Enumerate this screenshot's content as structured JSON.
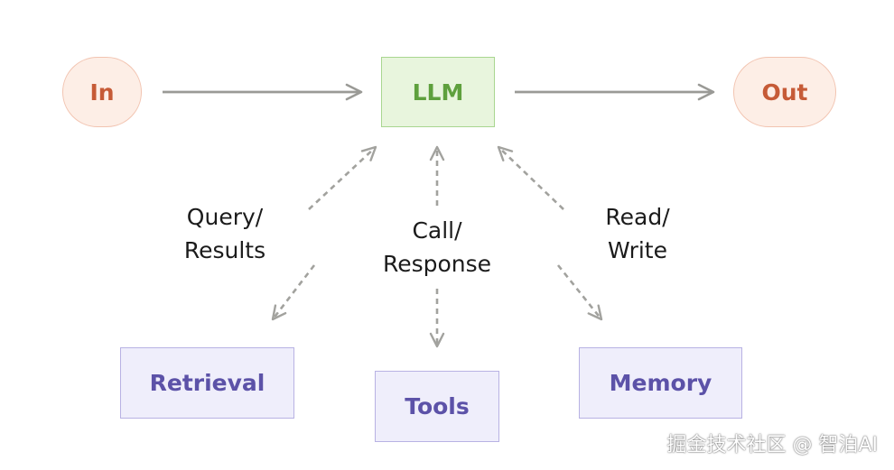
{
  "nodes": {
    "input": "In",
    "llm": "LLM",
    "output": "Out",
    "retrieval": "Retrieval",
    "tools": "Tools",
    "memory": "Memory"
  },
  "edges": {
    "retrieval": {
      "line1": "Query/",
      "line2": "Results"
    },
    "tools": {
      "line1": "Call/",
      "line2": "Response"
    },
    "memory": {
      "line1": "Read/",
      "line2": "Write"
    }
  },
  "watermark": "掘金技术社区 @ 智泊AI",
  "colors": {
    "io_fill": "#fdeee6",
    "io_border": "#f2c4b1",
    "io_text": "#c65b37",
    "llm_fill": "#e8f5dd",
    "llm_border": "#a9d690",
    "llm_text": "#5ea03d",
    "component_fill": "#efeefb",
    "component_border": "#b8b2e3",
    "component_text": "#5c52a8",
    "arrow": "#9a9a96"
  }
}
